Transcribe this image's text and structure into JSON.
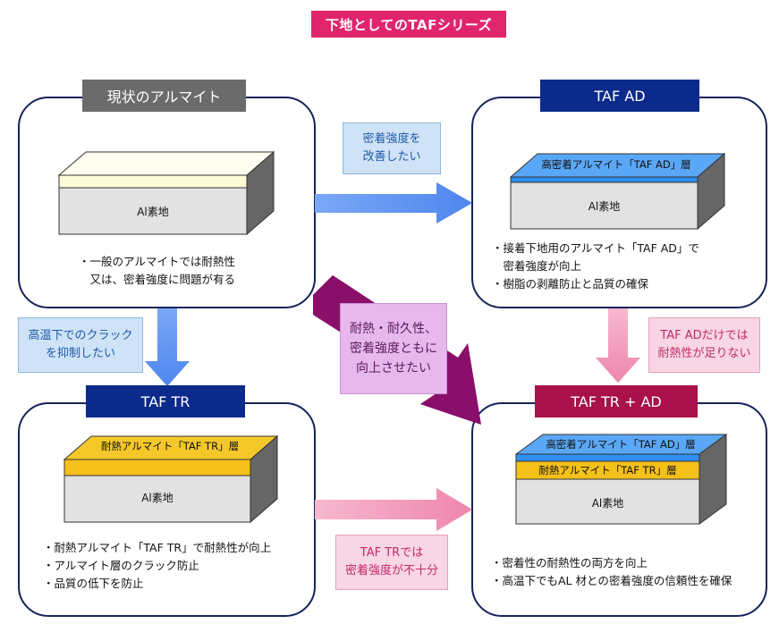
{
  "title": "下地としてのTAFシリーズ",
  "panels": {
    "current": {
      "tag": "現状のアルマイト",
      "base_label": "Al素地",
      "bullets": [
        "・一般のアルマイトでは耐熱性",
        "　又は、密着強度に問題が有る"
      ]
    },
    "ad": {
      "tag": "TAF AD",
      "layer_label": "高密着アルマイト「TAF AD」層",
      "base_label": "Al素地",
      "bullets": [
        "・接着下地用のアルマイト「TAF AD」で",
        "　密着強度が向上",
        "・樹脂の剥離防止と品質の確保"
      ]
    },
    "tr": {
      "tag": "TAF TR",
      "layer_label": "耐熱アルマイト「TAF TR」層",
      "base_label": "Al素地",
      "bullets": [
        "・耐熱アルマイト「TAF TR」で耐熱性が向上",
        "・アルマイト層のクラック防止",
        "・品質の低下を防止"
      ]
    },
    "tr_ad": {
      "tag": "TAF TR + AD",
      "top_layer_label": "高密着アルマイト「TAF AD」層",
      "mid_layer_label": "耐熱アルマイト「TAF TR」層",
      "base_label": "Al素地",
      "bullets": [
        "・密着性の耐熱性の両方を向上",
        "・高温下でもAL 材との密着強度の信頼性を確保"
      ]
    }
  },
  "notes": {
    "improve_adhesion": [
      "密着強度を",
      "改善したい"
    ],
    "suppress_cracks": [
      "高温下でのクラック",
      "を抑制したい"
    ],
    "both_goals": [
      "耐熱・耐久性、",
      "密着強度ともに",
      "向上させたい"
    ],
    "ad_only": [
      "TAF ADだけでは",
      "耐熱性が足りない"
    ],
    "tr_only": [
      "TAF TRでは",
      "密着強度が不十分"
    ]
  },
  "colors": {
    "title_bg": "#e0256d",
    "panel_border": "#15235a",
    "tag_current": "#6b6b6b",
    "tag_ad": "#0b2a8c",
    "tag_tr": "#0b2a8c",
    "tag_tr_ad": "#a8114a",
    "arrow_blue": "#5b8ef0",
    "arrow_pink": "#f08fb4",
    "arrow_purple": "#8a0f6a",
    "layer_cream": "#fdfcd7",
    "layer_blue": "#2f8ff2",
    "layer_yellow": "#f4c01a",
    "base_gray": "#e0e0e0"
  }
}
